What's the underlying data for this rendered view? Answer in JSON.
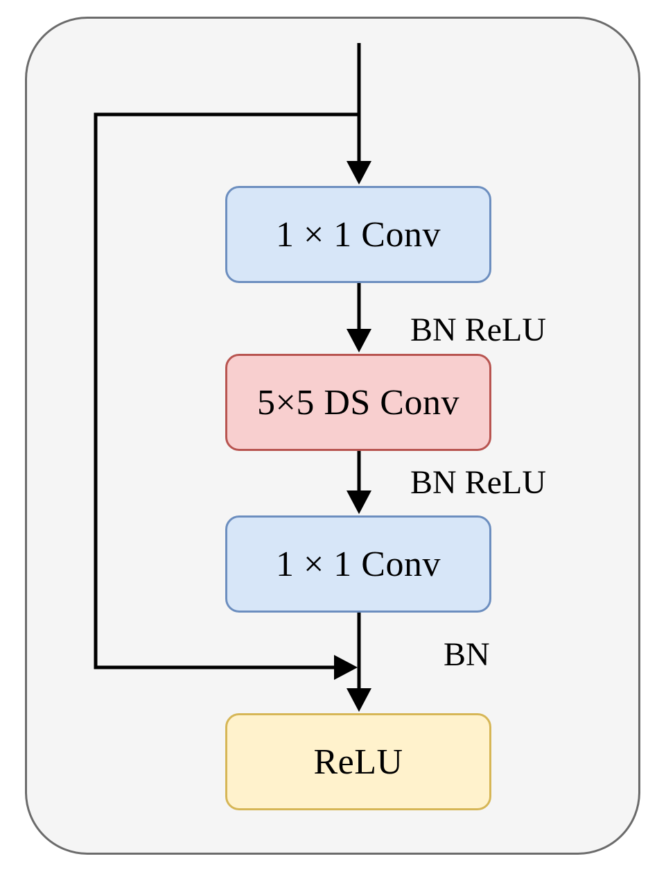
{
  "diagram": {
    "blocks": {
      "conv_top": "1 × 1 Conv",
      "ds_conv": "5×5 DS Conv",
      "conv_bottom": "1 × 1 Conv",
      "relu": "ReLU"
    },
    "edge_labels": {
      "after_conv_top": "BN ReLU",
      "after_ds_conv": "BN ReLU",
      "after_conv_bottom": "BN"
    },
    "colors": {
      "frame_fill": "#f5f5f5",
      "frame_border": "#6b6b6b",
      "conv_fill": "#d7e6f8",
      "conv_border": "#6c8ebf",
      "ds_fill": "#f8cfcf",
      "ds_border": "#b85450",
      "relu_fill": "#fff2cc",
      "relu_border": "#d6b656",
      "arrow": "#000000"
    }
  }
}
